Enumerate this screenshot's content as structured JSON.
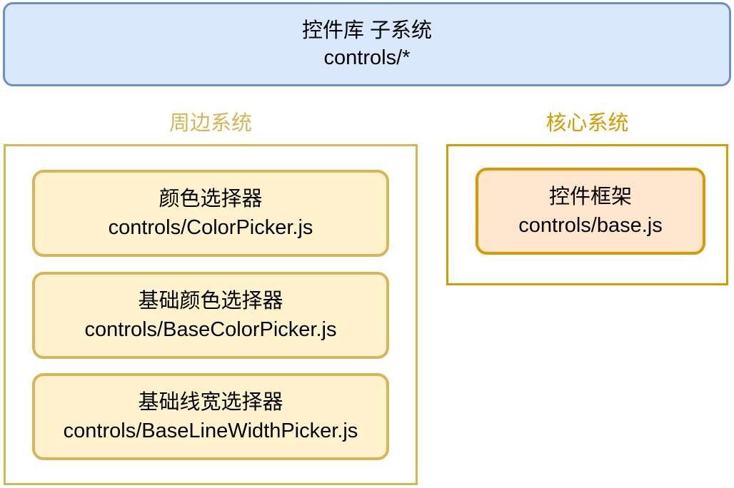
{
  "subsystem": {
    "title": "控件库 子系统",
    "path": "controls/*"
  },
  "peripheral": {
    "label": "周边系统",
    "modules": [
      {
        "title": "颜色选择器",
        "file": "controls/ColorPicker.js"
      },
      {
        "title": "基础颜色选择器",
        "file": "controls/BaseColorPicker.js"
      },
      {
        "title": "基础线宽选择器",
        "file": "controls/BaseLineWidthPicker.js"
      }
    ]
  },
  "core": {
    "label": "核心系统",
    "modules": [
      {
        "title": "控件框架",
        "file": "controls/base.js"
      }
    ]
  },
  "colors": {
    "subsystem_fill": "#dae8fc",
    "subsystem_stroke": "#6d8ec9",
    "peripheral_fill": "#fff2cc",
    "peripheral_stroke": "#d6b656",
    "core_fill": "#ffe6cc",
    "core_stroke": "#d79b00",
    "text": "#000000",
    "background": "#ffffff"
  }
}
